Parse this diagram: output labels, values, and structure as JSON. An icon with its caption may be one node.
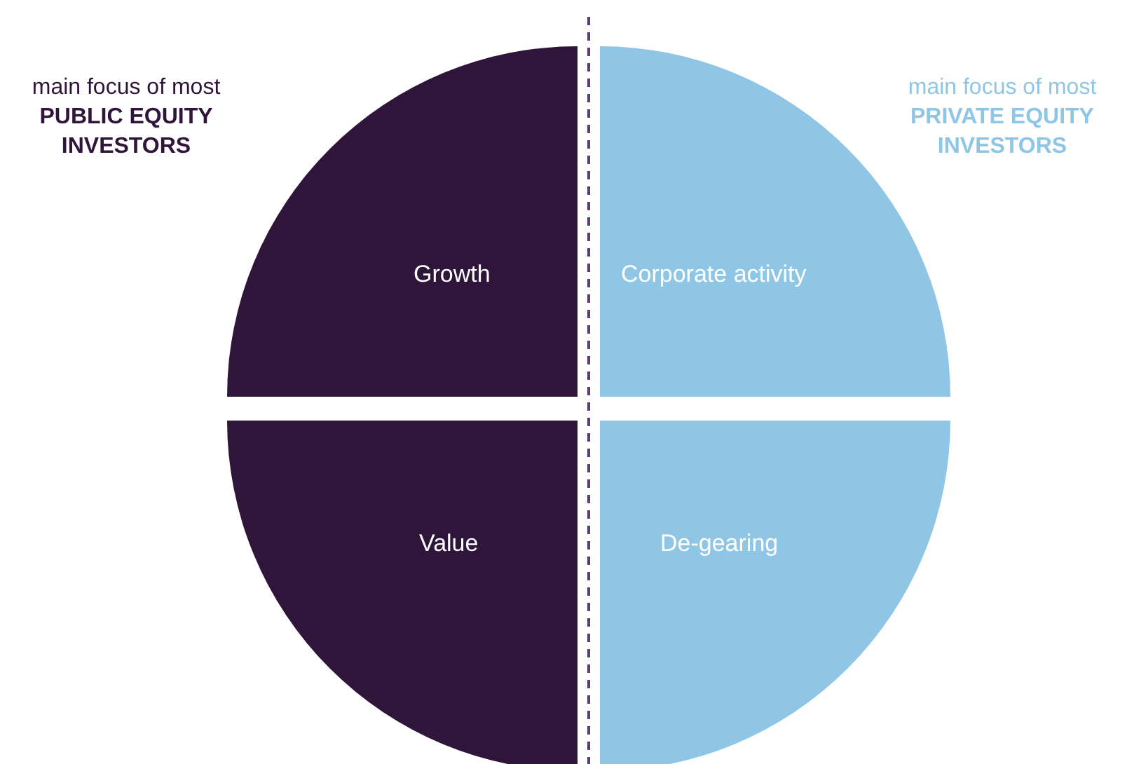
{
  "diagram": {
    "nodes": [
      {
        "text": [
          "Growth"
        ]
      },
      {
        "text": [
          "Corporate activity"
        ]
      },
      {
        "text": [
          "Value"
        ]
      },
      {
        "text": [
          "De-gearing"
        ]
      }
    ],
    "labels": [
      "main focus of most **PUBLIC EQUITY INVESTORS**",
      "main focus of most **PRIVATE EQUITY INVESTORS**"
    ]
  }
}
